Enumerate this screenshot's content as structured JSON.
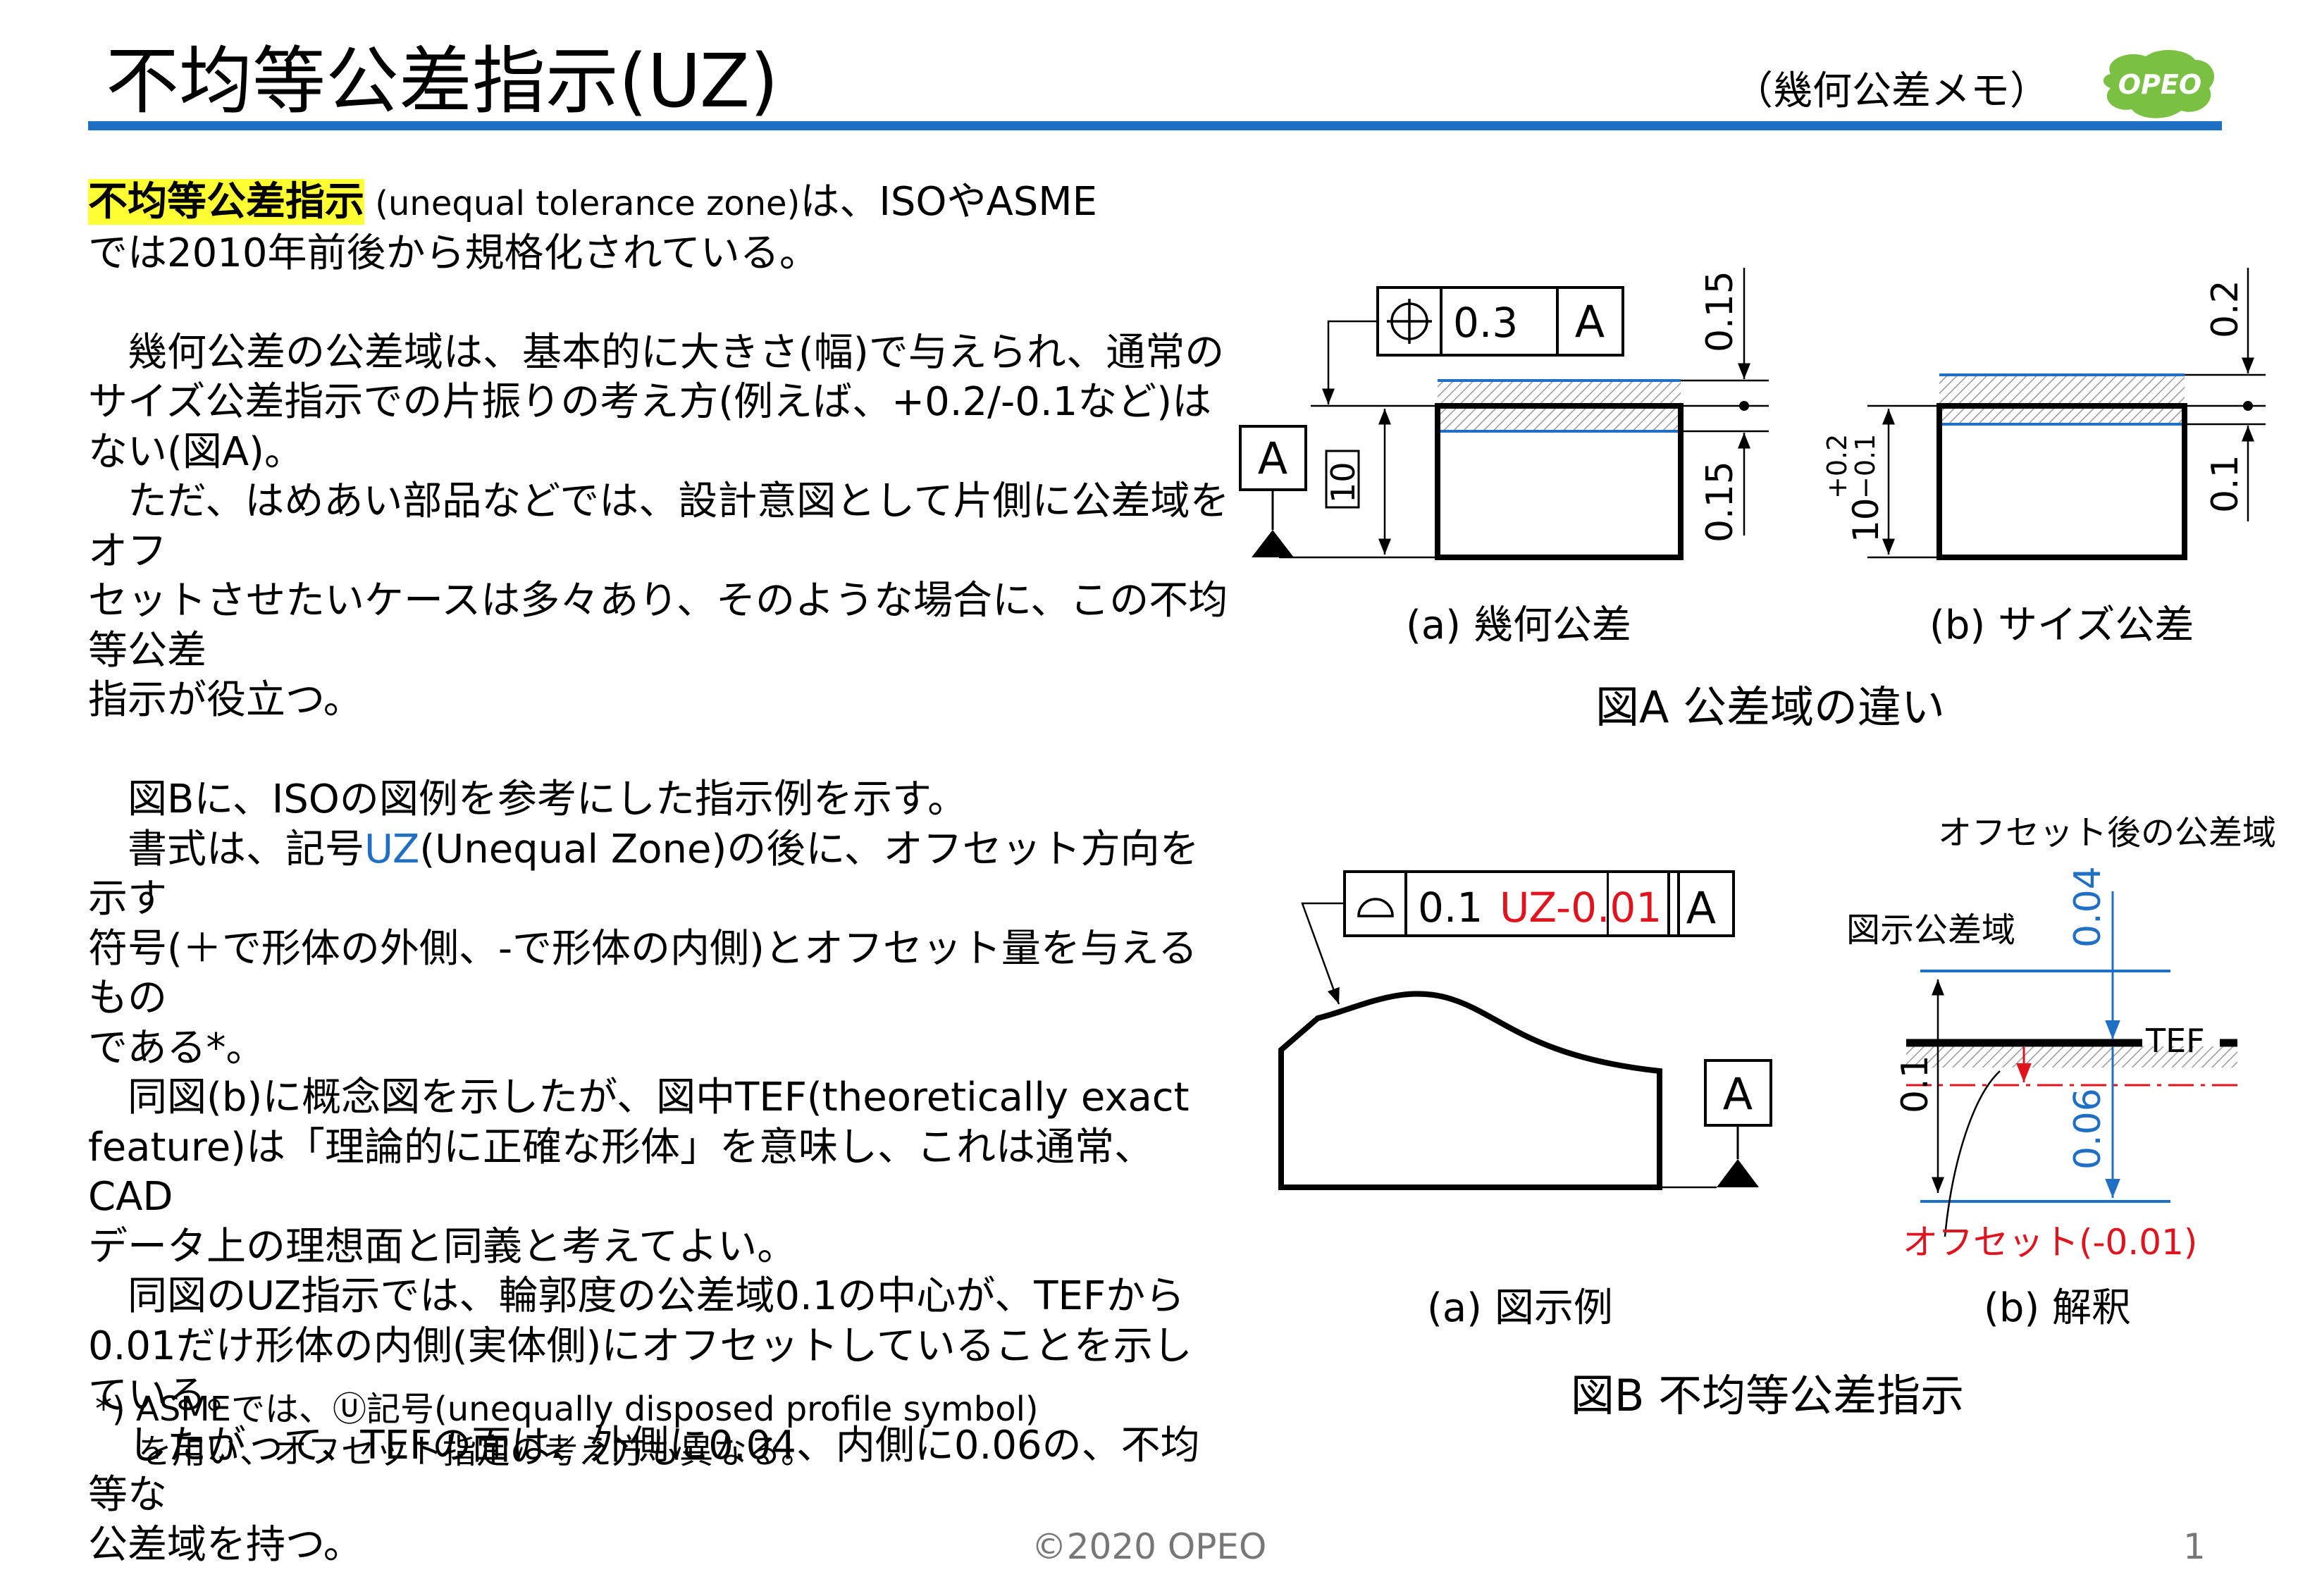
{
  "header": {
    "title": "不均等公差指示(UZ)",
    "subtitle": "（幾何公差メモ）",
    "logo_text": "OPEO",
    "logo_color": "#7ac143",
    "rule_color": "#1f6fc4"
  },
  "body": {
    "term": "不均等公差指示",
    "term_en": " (unequal tolerance zone)",
    "p1a": "は、ISOやASME\nでは2010年前後から規格化されている。\n\n　幾何公差の公差域は、基本的に大きさ(幅)で与えられ、通常の\nサイズ公差指示での片振りの考え方(例えば、+0.2/-0.1など)は\nない(図A)。\n　ただ、はめあい部品などでは、設計意図として片側に公差域をオフ\nセットさせたいケースは多々あり、そのような場合に、この不均等公差\n指示が役立つ。\n\n　図Bに、ISOの図例を参考にした指示例を示す。\n　書式は、記号",
    "uz": "UZ",
    "p2": "(Unequal Zone)の後に、オフセット方向を示す\n符号(＋で形体の外側、-で形体の内側)とオフセット量を与えるもの\nである*。\n　同図(b)に概念図を示したが、図中TEF(theoretically exact\nfeature)は「理論的に正確な形体」を意味し、これは通常、CAD\nデータ上の理想面と同義と考えてよい。\n　同図のUZ指示では、輪郭度の公差域0.1の中心が、TEFから\n0.01だけ形体の内側(実体側)にオフセットしていることを示している。\n　したがって、TEFの面は、外側に0.04、内側に0.06の、不均等な\n公差域を持つ。"
  },
  "footnote": "*) ASMEでは、Ⓤ記号(unequally disposed profile symbol)\n    を用い、オフセット指定の考え方も異なる。",
  "figA": {
    "fcf_value": "0.3",
    "datum": "A",
    "dim_top": "0.15",
    "dim_bottom": "0.15",
    "height": "10",
    "size_upper": "+0.2",
    "size_lower": "−0.1",
    "size_base": "10",
    "dim_b_top": "0.2",
    "dim_b_bottom": "0.1",
    "caption_a": "(a) 幾何公差",
    "caption_b": "(b) サイズ公差",
    "title": "図A 公差域の違い"
  },
  "figB": {
    "fcf_value": "0.1",
    "fcf_uz": "UZ-0.01",
    "datum": "A",
    "label_offset_zone": "オフセット後の公差域",
    "label_indicated_zone": "図示公差域",
    "tef": "TEF",
    "dim_outer": "0.04",
    "dim_inner": "0.06",
    "dim_total": "0.1",
    "offset_label": "オフセット(-0.01)",
    "caption_a": "(a) 図示例",
    "caption_b": "(b) 解釈",
    "title": "図B 不均等公差指示"
  },
  "footer": {
    "copyright": "©2020 OPEO",
    "page": "1"
  }
}
